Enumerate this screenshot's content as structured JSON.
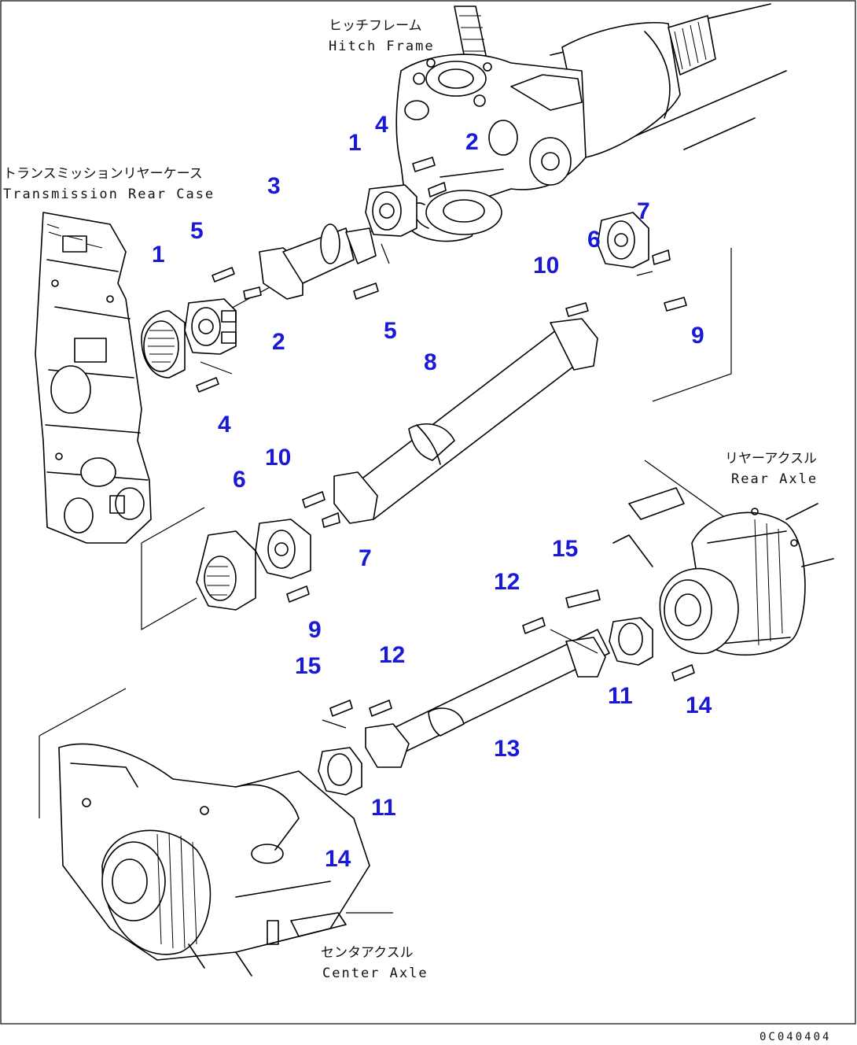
{
  "labels": {
    "hitch_frame_jp": "ヒッチフレーム",
    "hitch_frame_en": "Hitch Frame",
    "transmission_jp": "トランスミッションリヤーケース",
    "transmission_en": "Transmission Rear Case",
    "rear_axle_jp": "リヤーアクスル",
    "rear_axle_en": "Rear Axle",
    "center_axle_jp": "センタアクスル",
    "center_axle_en": "Center Axle"
  },
  "drawing_code": "0C040404",
  "callouts": {
    "c1a": "1",
    "c1b": "1",
    "c2a": "2",
    "c2b": "2",
    "c3": "3",
    "c4a": "4",
    "c4b": "4",
    "c5a": "5",
    "c5b": "5",
    "c6a": "6",
    "c6b": "6",
    "c7a": "7",
    "c7b": "7",
    "c8": "8",
    "c9a": "9",
    "c9b": "9",
    "c10a": "10",
    "c10b": "10",
    "c11a": "11",
    "c11b": "11",
    "c12a": "12",
    "c12b": "12",
    "c13": "13",
    "c14a": "14",
    "c14b": "14",
    "c15a": "15",
    "c15b": "15"
  },
  "colors": {
    "callout": "#1a1ad6",
    "line": "#000000",
    "background": "#ffffff"
  }
}
